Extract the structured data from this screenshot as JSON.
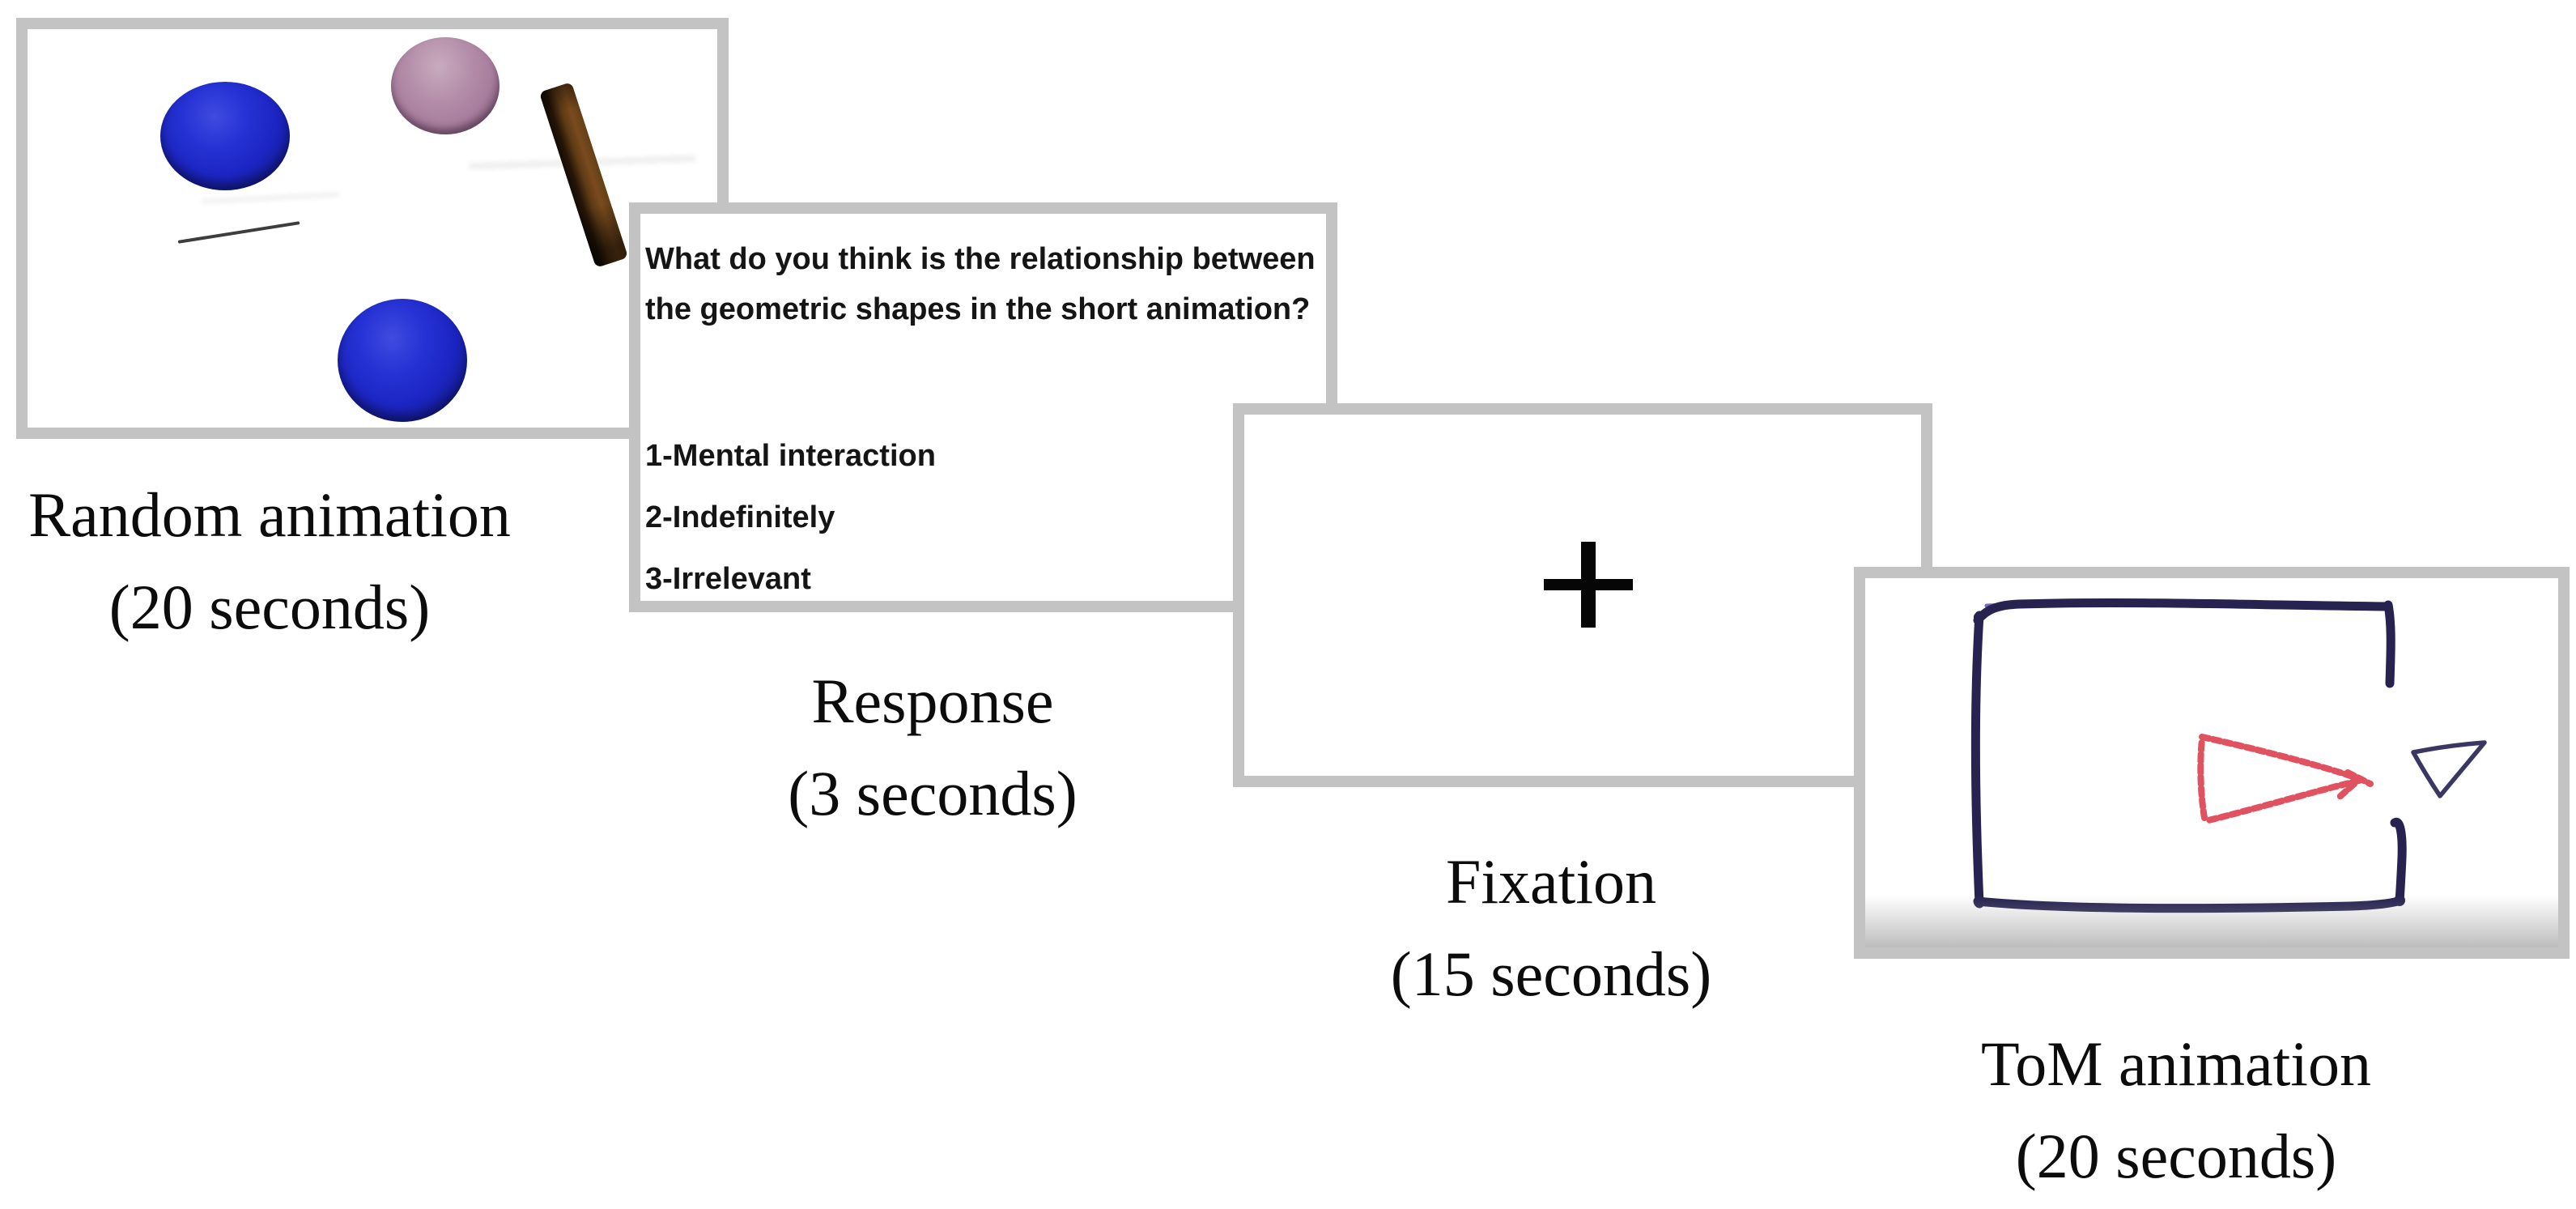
{
  "panels": [
    {
      "id": "random-animation",
      "label": "Random animation",
      "duration": "(20 seconds)",
      "shapes": [
        "blue-circle-large",
        "pink-circle",
        "brown-stick",
        "thin-line",
        "blue-circle-bottom"
      ]
    },
    {
      "id": "response",
      "label": "Response",
      "duration": "(3 seconds)",
      "question_line1": "What do you think is the relationship between",
      "question_line2": "the geometric shapes in the short animation?",
      "options": [
        "1-Mental interaction",
        "2-Indefinitely",
        "3-Irrelevant"
      ]
    },
    {
      "id": "fixation",
      "label": "Fixation",
      "duration": "(15 seconds)",
      "symbol": "+"
    },
    {
      "id": "tom-animation",
      "label": "ToM animation",
      "duration": "(20 seconds)",
      "shapes": [
        "hand-drawn-box-with-opening",
        "red-triangle-large",
        "navy-triangle-small"
      ]
    }
  ],
  "colors": {
    "panel_border": "#c3c3c3",
    "blue_circle": "#1d24c6",
    "pink_circle": "#a87e9e",
    "brown_stick": "#5e3a15",
    "navy_box": "#272250",
    "red_triangle": "#e0525f",
    "small_triangle_outline": "#3a3763",
    "fixation_cross": "#060606",
    "text": "#0c0c0c"
  }
}
